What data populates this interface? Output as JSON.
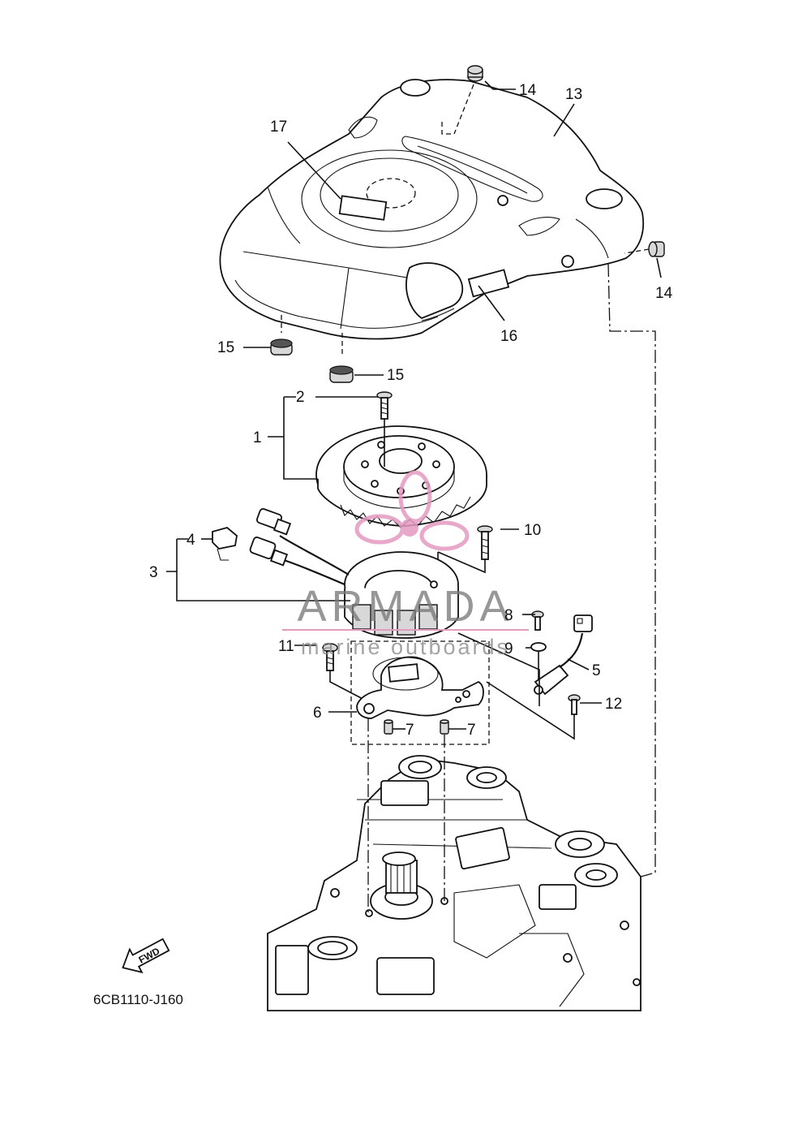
{
  "diagram": {
    "drawing_code": "6CB1110-J160",
    "fwd_arrow_label": "FWD",
    "callouts": [
      {
        "id": "c1",
        "label": "1"
      },
      {
        "id": "c2",
        "label": "2"
      },
      {
        "id": "c3",
        "label": "3"
      },
      {
        "id": "c4",
        "label": "4"
      },
      {
        "id": "c5",
        "label": "5"
      },
      {
        "id": "c6",
        "label": "6"
      },
      {
        "id": "c7a",
        "label": "7"
      },
      {
        "id": "c7b",
        "label": "7"
      },
      {
        "id": "c8",
        "label": "8"
      },
      {
        "id": "c9",
        "label": "9"
      },
      {
        "id": "c10",
        "label": "10"
      },
      {
        "id": "c11",
        "label": "11"
      },
      {
        "id": "c12",
        "label": "12"
      },
      {
        "id": "c13",
        "label": "13"
      },
      {
        "id": "c14a",
        "label": "14"
      },
      {
        "id": "c14b",
        "label": "14"
      },
      {
        "id": "c15a",
        "label": "15"
      },
      {
        "id": "c15b",
        "label": "15"
      },
      {
        "id": "c16",
        "label": "16"
      },
      {
        "id": "c17",
        "label": "17"
      }
    ]
  },
  "watermark": {
    "title": "ARMADA",
    "subtitle": "marine outboards",
    "accent_color": "#e59ac0"
  }
}
